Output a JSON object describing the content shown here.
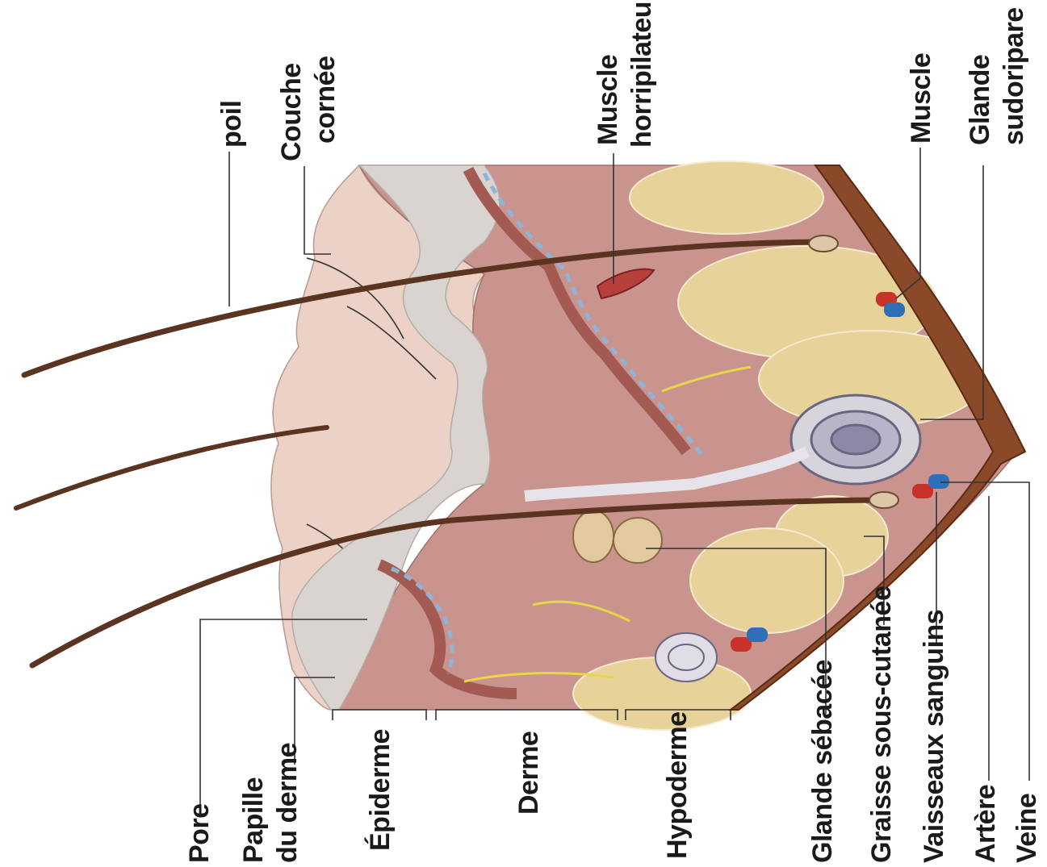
{
  "labels": {
    "poil": "poil",
    "couche_cornee_1": "Couche",
    "couche_cornee_2": "cornée",
    "muscle_horripilateur_1": "Muscle",
    "muscle_horripilateur_2": "horripilateur",
    "muscle": "Muscle",
    "glande_sudoripare_1": "Glande",
    "glande_sudoripare_2": "sudoripare",
    "pore": "Pore",
    "papille_1": "Papille",
    "papille_2": "du derme",
    "epiderme": "Épiderme",
    "derme": "Derme",
    "hypoderme": "Hypoderme",
    "glande_sebacee": "Glande sébacée",
    "graisse": "Graisse sous-cutanée",
    "vaisseaux": "Vaisseaux sanguins",
    "artere": "Artère",
    "veine": "Veine"
  },
  "colors": {
    "skin_surface": "#ecd2c6",
    "stratum": "#d9d4d0",
    "dermis": "#c9938e",
    "basal_layer": "#a35a52",
    "capillary": "#8fb4d8",
    "fat": "#e7d39a",
    "muscle_base": "#8a4a2a",
    "hair": "#5a3420",
    "artery": "#c8322a",
    "vein": "#2f6fb5",
    "nerve": "#e8d54a"
  }
}
